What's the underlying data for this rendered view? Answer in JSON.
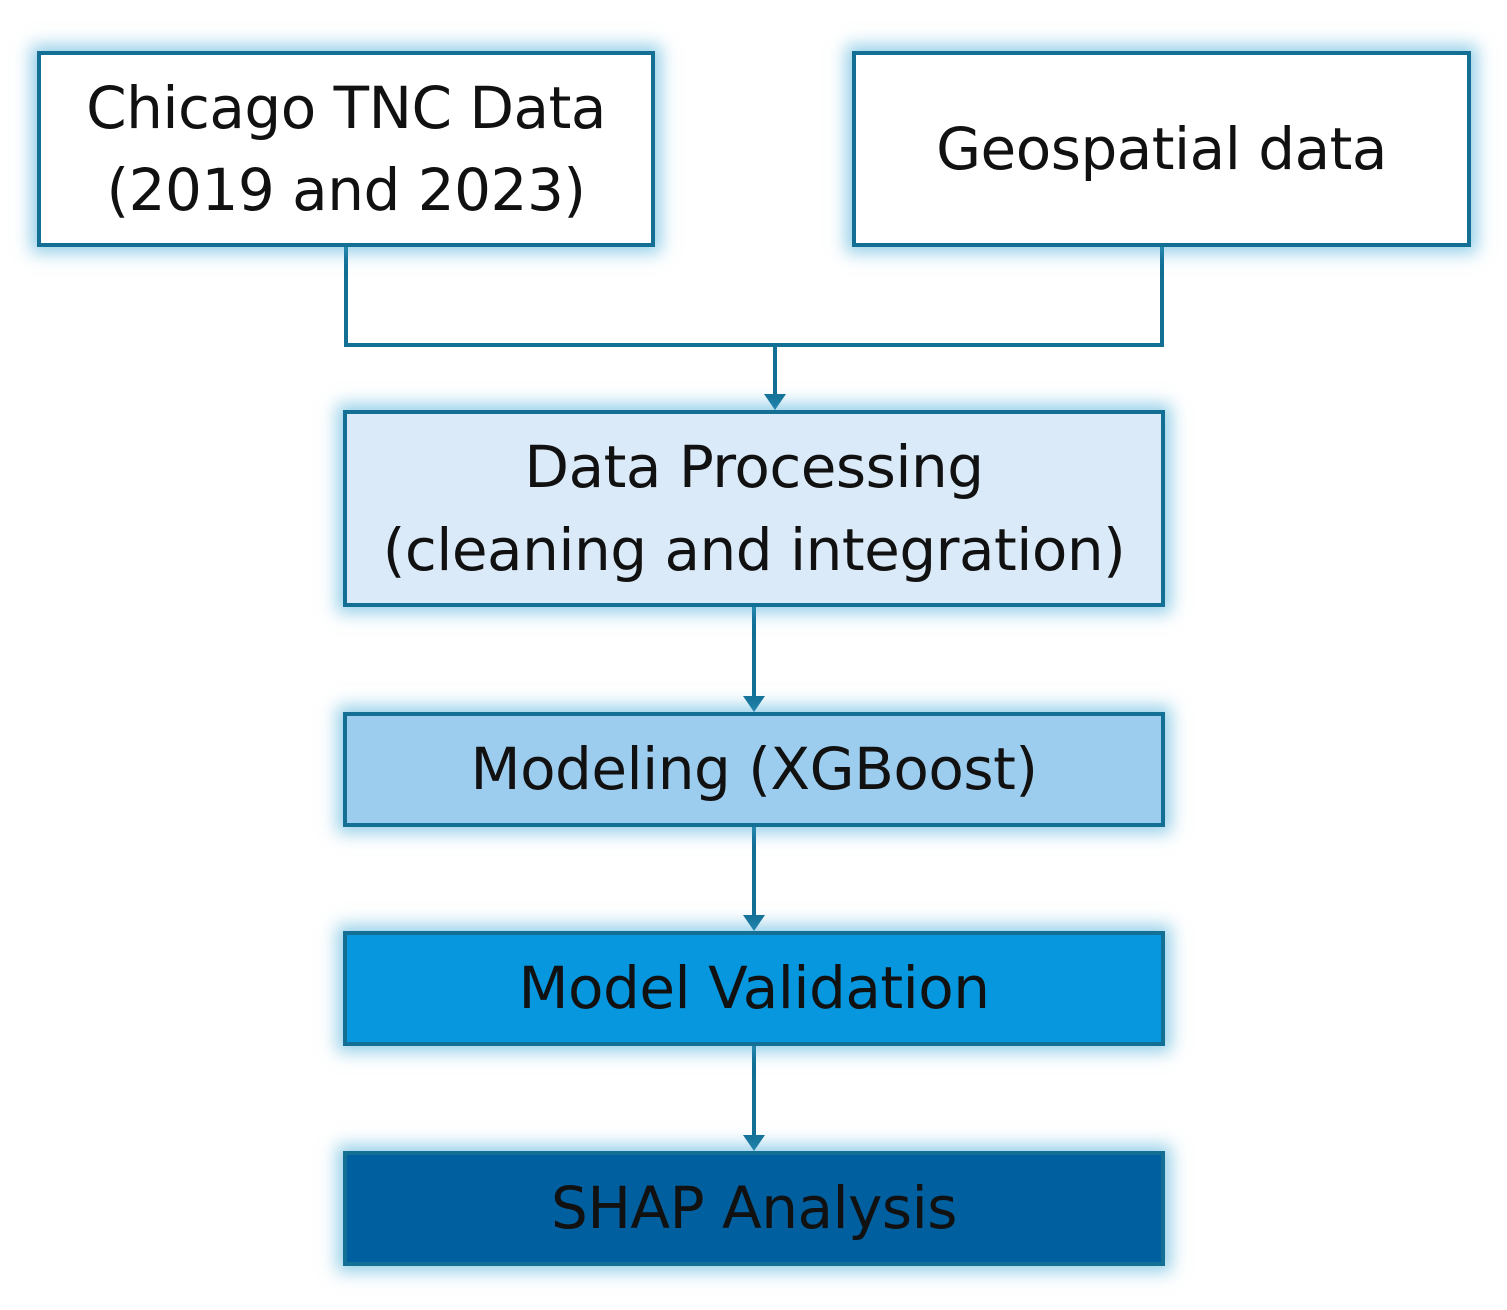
{
  "diagram": {
    "nodes": {
      "tnc": {
        "line1": "Chicago TNC Data",
        "line2": "(2019 and 2023)"
      },
      "geo": {
        "label": "Geospatial data"
      },
      "processing": {
        "line1": "Data Processing",
        "line2": "(cleaning and integration)"
      },
      "modeling": {
        "label": "Modeling (XGBoost)"
      },
      "validation": {
        "label": "Model Validation"
      },
      "shap": {
        "label": "SHAP Analysis"
      }
    },
    "edges": [
      {
        "from": "tnc",
        "to": "processing"
      },
      {
        "from": "geo",
        "to": "processing"
      },
      {
        "from": "processing",
        "to": "modeling"
      },
      {
        "from": "modeling",
        "to": "validation"
      },
      {
        "from": "validation",
        "to": "shap"
      }
    ],
    "colors": {
      "border": "#136f94",
      "glow": "#3ea8d6",
      "connector": "#136f94",
      "input_fill": "#ffffff",
      "processing_fill": "#daeaf8",
      "modeling_fill": "#9dcdee",
      "validation_fill": "#0697de",
      "shap_fill": "#005f9f"
    }
  }
}
